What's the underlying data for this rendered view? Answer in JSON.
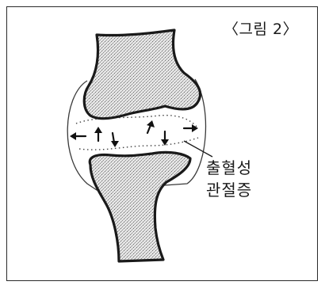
{
  "figure": {
    "title": "〈그림 2〉",
    "callout": {
      "line1": "출혈성",
      "line2": "관절증"
    }
  }
}
